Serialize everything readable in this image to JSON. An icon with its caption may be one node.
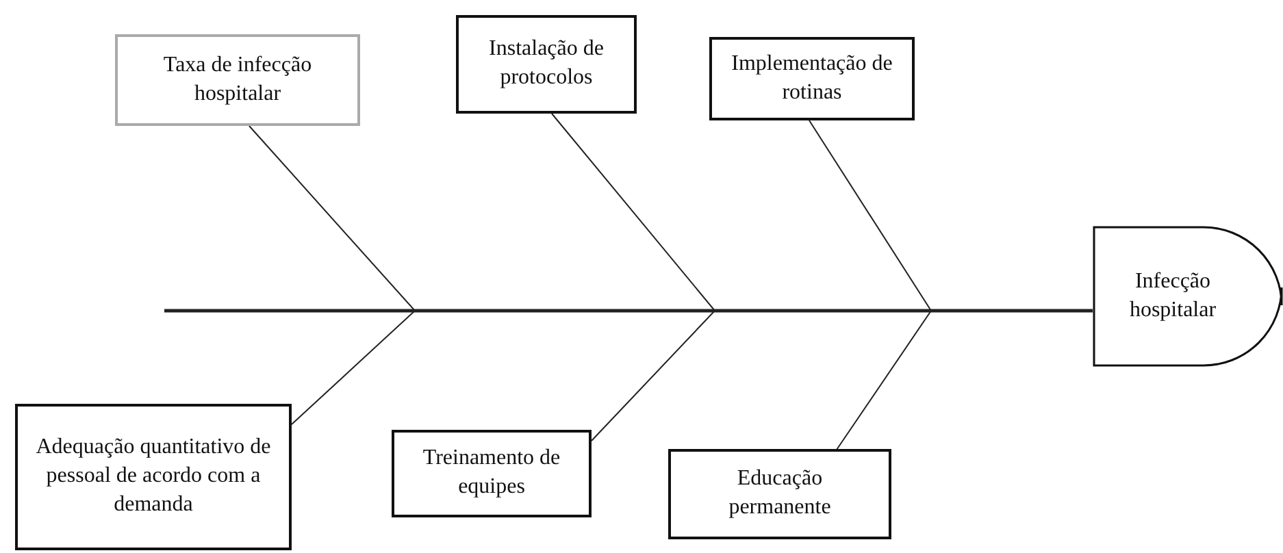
{
  "diagram": {
    "nodes": [
      {
        "text": [
          "Taxa de infecção hospitalar"
        ]
      },
      {
        "text": [
          "Instalação de protocolos"
        ]
      },
      {
        "text": [
          "Implementação de rotinas"
        ]
      },
      {
        "text": [
          "Adequação quantitativo de pessoal de acordo com a demanda"
        ]
      },
      {
        "text": [
          "Treinamento de equipes"
        ]
      },
      {
        "text": [
          "Educação permanente"
        ]
      },
      {
        "text": [
          "Infecção hospitalar"
        ]
      }
    ],
    "edges": [
      {
        "from": null,
        "to": 6,
        "arrow": "none",
        "style": "thick"
      },
      {
        "from": 0,
        "to": 6,
        "arrow": "none"
      },
      {
        "from": 1,
        "to": 6,
        "arrow": "none"
      },
      {
        "from": 2,
        "to": 6,
        "arrow": "none"
      },
      {
        "from": 3,
        "to": 6,
        "arrow": "none"
      },
      {
        "from": 4,
        "to": 6,
        "arrow": "none"
      },
      {
        "from": 5,
        "to": 6,
        "arrow": "none"
      }
    ]
  }
}
